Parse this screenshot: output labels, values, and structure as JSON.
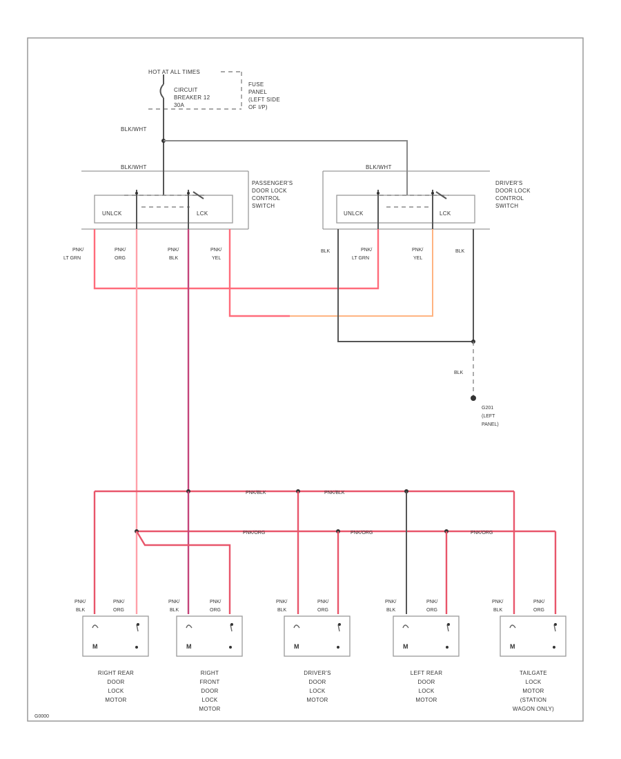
{
  "colors": {
    "pink": "#ff6b7a",
    "orange": "#ffb380",
    "black": "#555555",
    "purple": "#c4447a"
  },
  "power": {
    "hot_label": "HOT AT ALL TIMES",
    "breaker_label": [
      "CIRCUIT",
      "BREAKER 12",
      "30A"
    ],
    "fuse_panel_label": [
      "FUSE",
      "PANEL",
      "(LEFT SIDE",
      "OF I/P)"
    ],
    "feed_wire": "BLK/WHT"
  },
  "passenger_switch": {
    "title": [
      "PASSENGER'S",
      "DOOR LOCK",
      "CONTROL",
      "SWITCH"
    ],
    "feed": "BLK/WHT",
    "unlock": "UNLCK",
    "lock": "LCK",
    "pins": [
      "PNK/ LT GRN",
      "PNK/ ORG",
      "PNK/ BLK",
      "PNK/ YEL"
    ]
  },
  "driver_switch": {
    "title": [
      "DRIVER'S",
      "DOOR LOCK",
      "CONTROL",
      "SWITCH"
    ],
    "feed": "BLK/WHT",
    "unlock": "UNLCK",
    "lock": "LCK",
    "pins": [
      "BLK",
      "PNK/ LT GRN",
      "PNK/ YEL",
      "BLK"
    ]
  },
  "ground": {
    "wire": "BLK",
    "label": [
      "G201",
      "(LEFT",
      "PANEL)"
    ]
  },
  "bus": {
    "upper_label": "PNK/BLK",
    "lower_label": "PNK/ORG"
  },
  "motors": [
    {
      "name": [
        "RIGHT REAR",
        "DOOR",
        "LOCK",
        "MOTOR"
      ],
      "left_wire": [
        "PNK/",
        "BLK"
      ],
      "right_wire": [
        "PNK/",
        "ORG"
      ]
    },
    {
      "name": [
        "RIGHT",
        "FRONT",
        "DOOR",
        "LOCK",
        "MOTOR"
      ],
      "left_wire": [
        "PNK/",
        "BLK"
      ],
      "right_wire": [
        "PNK/",
        "ORG"
      ]
    },
    {
      "name": [
        "DRIVER'S",
        "DOOR",
        "LOCK",
        "MOTOR"
      ],
      "left_wire": [
        "PNK/",
        "BLK"
      ],
      "right_wire": [
        "PNK/",
        "ORG"
      ]
    },
    {
      "name": [
        "LEFT REAR",
        "DOOR",
        "LOCK",
        "MOTOR"
      ],
      "left_wire": [
        "PNK/",
        "BLK"
      ],
      "right_wire": [
        "PNK/",
        "ORG"
      ]
    },
    {
      "name": [
        "TAILGATE",
        "LOCK",
        "MOTOR",
        "(STATION",
        "WAGON ONLY)"
      ],
      "left_wire": [
        "PNK/",
        "BLK"
      ],
      "right_wire": [
        "PNK/",
        "ORG"
      ]
    }
  ],
  "motor_symbol": "M",
  "footer_code": "G0000"
}
